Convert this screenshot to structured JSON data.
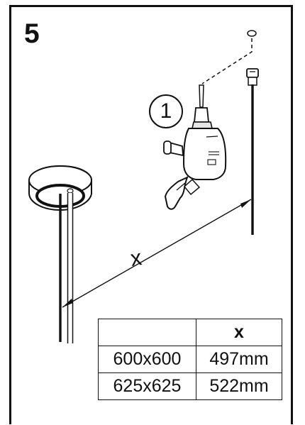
{
  "step": {
    "number": "5",
    "marker": "1"
  },
  "dimension": {
    "label": "x"
  },
  "table": {
    "headers": [
      "",
      "x"
    ],
    "rows": [
      [
        "600x600",
        "497mm"
      ],
      [
        "625x625",
        "522mm"
      ]
    ]
  },
  "icons": {
    "drill": "drill-icon",
    "ceiling_hole": "ceiling-hole-icon",
    "anchor": "wall-plug-icon",
    "ceiling_rose": "ceiling-rose-icon"
  },
  "colors": {
    "line": "#111111",
    "rod_fill": "#ffffff"
  }
}
